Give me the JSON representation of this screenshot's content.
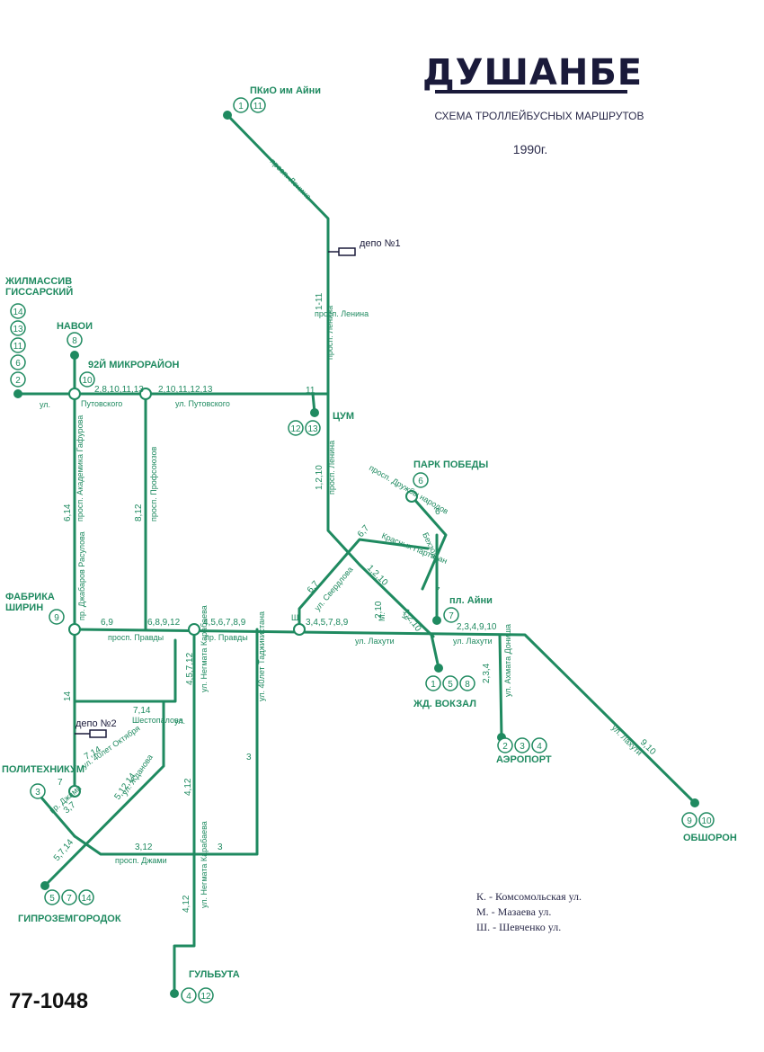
{
  "header": {
    "title": "ДУШАНБЕ",
    "subtitle": "СХЕМА ТРОЛЛЕЙБУСНЫХ МАРШРУТОВ",
    "year": "1990г."
  },
  "doc_code": "77-1048",
  "colors": {
    "line": "#1f8a60",
    "text": "#1f8a60",
    "depot": "#1a1a3a",
    "ink": "#2a2a4a"
  },
  "legend": [
    "К. - Комсомольская ул.",
    "М. - Мазаева ул.",
    "Ш. - Шевченко ул."
  ],
  "terminals": [
    {
      "id": "pkio",
      "name": "ПКиО им Айни",
      "routes": [
        "1",
        "11"
      ]
    },
    {
      "id": "zhilmassiv",
      "name": "ЖИЛМАССИВ ГИССАРСКИЙ",
      "routes": [
        "14",
        "13",
        "11",
        "6",
        "2"
      ]
    },
    {
      "id": "navoi",
      "name": "НАВОИ",
      "routes": [
        "8"
      ]
    },
    {
      "id": "micro92",
      "name": "92Й МИКРОРАЙОН",
      "routes": [
        "10"
      ]
    },
    {
      "id": "tsum",
      "name": "ЦУМ",
      "routes": [
        "12",
        "13"
      ]
    },
    {
      "id": "park_pobedy",
      "name": "ПАРК ПОБЕДЫ",
      "routes": [
        "6"
      ]
    },
    {
      "id": "pl_aini",
      "name": "пл. Айни",
      "routes": [
        "7"
      ]
    },
    {
      "id": "vokzal",
      "name": "ЖД. ВОКЗАЛ",
      "routes": [
        "1",
        "5",
        "8"
      ]
    },
    {
      "id": "fabrika",
      "name": "ФАБРИКА ШИРИН",
      "routes": [
        "9"
      ]
    },
    {
      "id": "aeroport",
      "name": "АЭРОПОРТ",
      "routes": [
        "2",
        "3",
        "4"
      ]
    },
    {
      "id": "obshoron",
      "name": "ОБШОРОН",
      "routes": [
        "9",
        "10"
      ]
    },
    {
      "id": "politeh",
      "name": "ПОЛИТЕХНИКУМ",
      "routes": [
        "3"
      ]
    },
    {
      "id": "giprozem",
      "name": "ГИПРОЗЕМГОРОДОК",
      "routes": [
        "5",
        "7",
        "14"
      ]
    },
    {
      "id": "gulbuta",
      "name": "ГУЛЬБУТА",
      "routes": [
        "4",
        "12"
      ]
    }
  ],
  "depots": [
    "депо №1",
    "депо №2"
  ],
  "street_labels": [
    "просп. Ленина",
    "просп. Ленина",
    "просп. Ленина",
    "просп. Ленина",
    "ул. Путовского",
    "Путовского",
    "ул.",
    "просп. Академика Гафурова",
    "просп. Профсоюзов",
    "просп. Дружбы народов",
    "Красных Партизан",
    "Бехзода",
    "ул. Свердлова",
    "Ш.",
    "пр. Джабаров Расулова",
    "просп. Правды",
    "пр. Правды",
    "ул. Лахути",
    "ул. Лахути",
    "ул. Лахути",
    "ул. Ахмата Дониша",
    "ул. Негмата Карабаева",
    "ул. Негмата Карабаева",
    "ул. 40лет Таджикистана",
    "Шестопалова",
    "ул.",
    "ул. 40лет Октября",
    "пр. Джами",
    "ул. Жданова",
    "просп. Джами",
    "М.",
    "К."
  ],
  "route_labels": [
    "1-11",
    "1,2,10",
    "11",
    "2,8,10,11,13",
    "2,10,11,12,13",
    "6,14",
    "8,12",
    "6",
    "6,7",
    "6,7",
    "1,2,10",
    "1,2,10",
    "2,10",
    "7",
    "6,9",
    "6,8,9,12",
    "4,5,6,7,8,9",
    "3,4,5,7,8,9",
    "2,3,4,9,10",
    "2,3,4",
    "9,10",
    "4,5,7,12",
    "3",
    "14",
    "7,14",
    "7,14",
    "7",
    "3,7",
    "5,12,14",
    "4,12",
    "3,12",
    "3",
    "5,7,14",
    "4,12"
  ]
}
